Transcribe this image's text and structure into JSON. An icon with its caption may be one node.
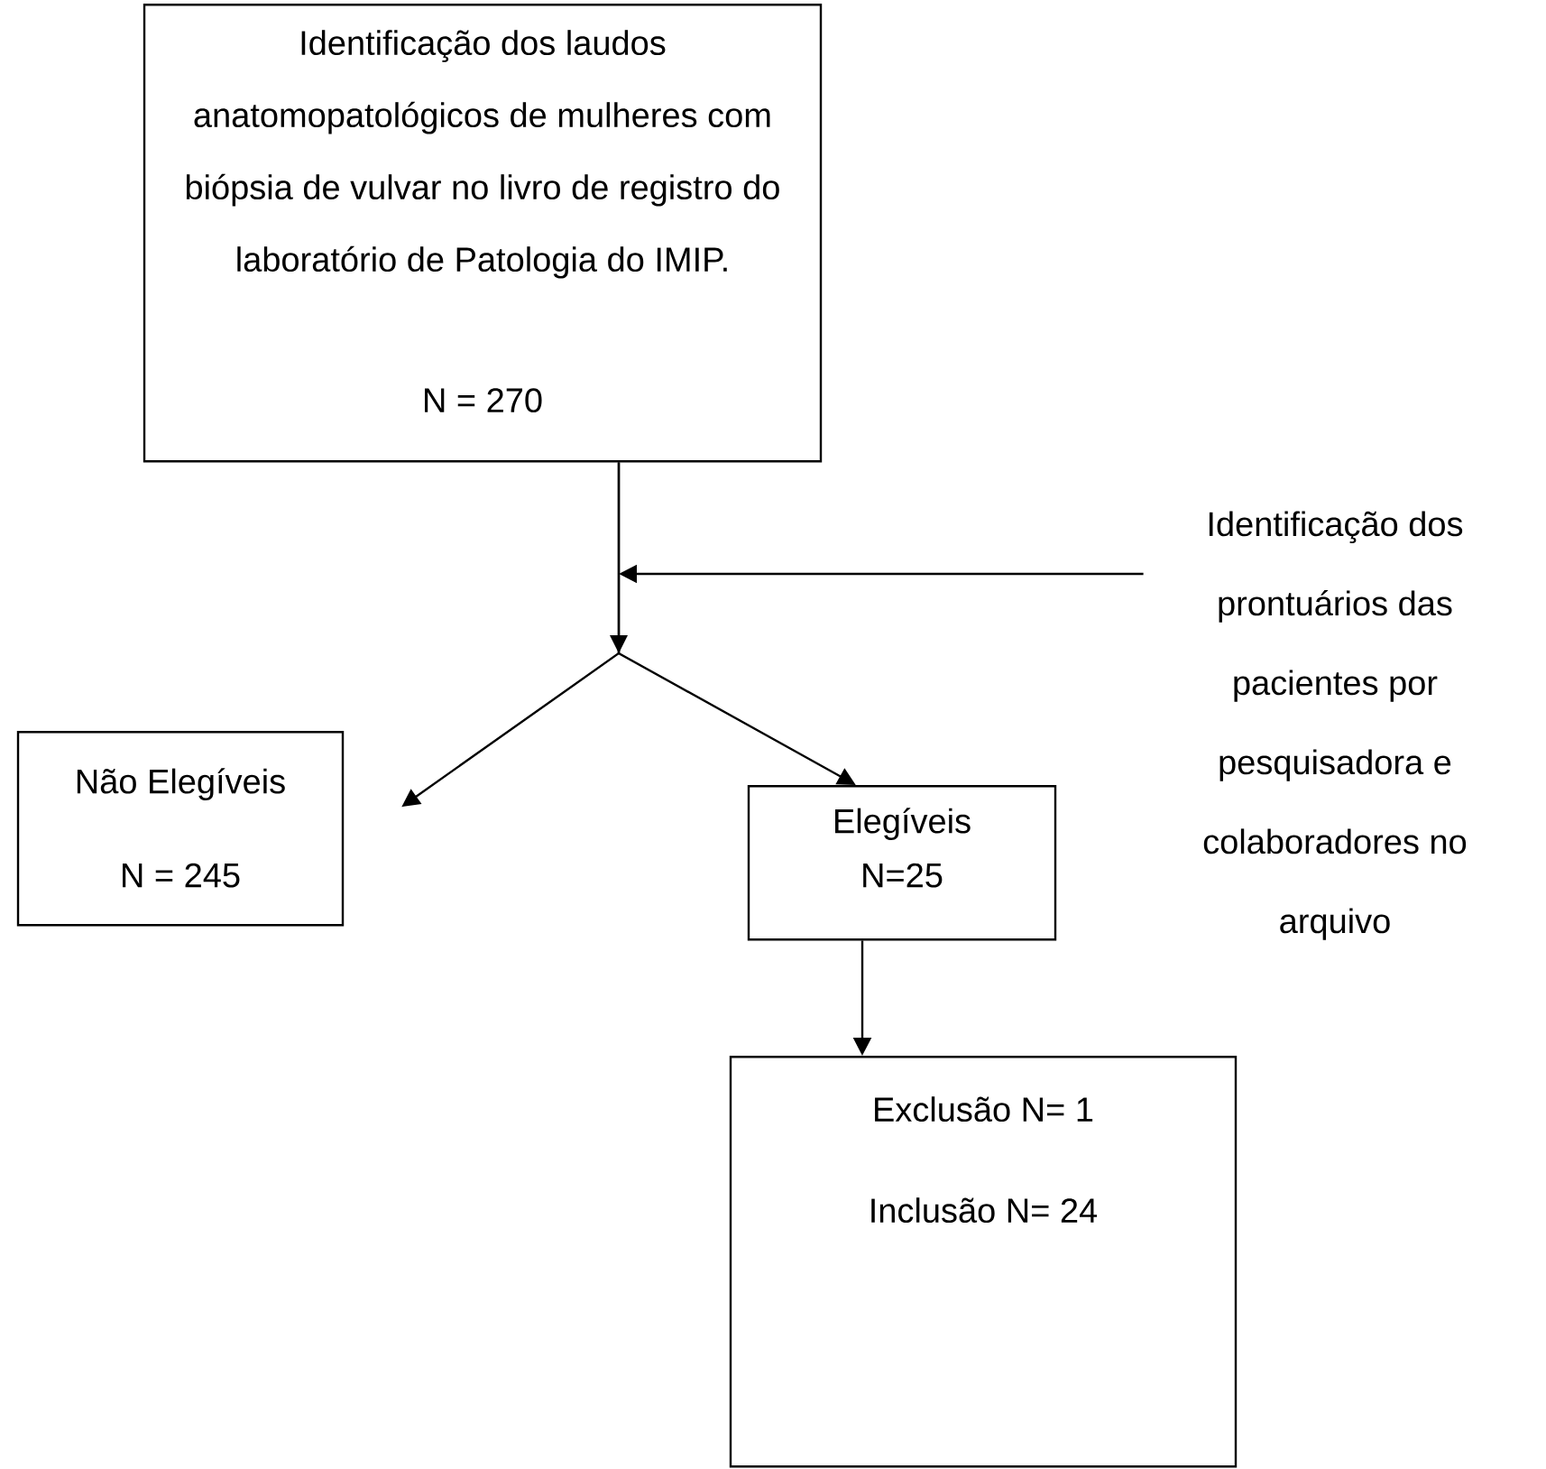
{
  "diagram": {
    "nodes": [
      {
        "text": [
          "Identificação dos laudos anatomopatológicos de mulheres com biópsia de vulvar no livro de registro do laboratório de Patologia do IMIP.",
          "N = 270"
        ]
      },
      {
        "text": [
          "Identificação dos prontuários das pacientes por pesquisadora e colaboradores no arquivo"
        ]
      },
      {
        "text": [
          "Não Elegíveis",
          "N = 245"
        ]
      },
      {
        "text": [
          "Elegíveis",
          "N=25"
        ]
      },
      {
        "text": [
          "Exclusão N= 1",
          "Inclusão N= 24"
        ]
      }
    ],
    "edges": [
      {
        "from": 0,
        "to": 2,
        "arrow": "to"
      },
      {
        "from": 0,
        "to": 3,
        "arrow": "to"
      },
      {
        "from": 1,
        "to": null,
        "arrow": "to"
      },
      {
        "from": 3,
        "to": 4,
        "arrow": "to"
      }
    ]
  }
}
